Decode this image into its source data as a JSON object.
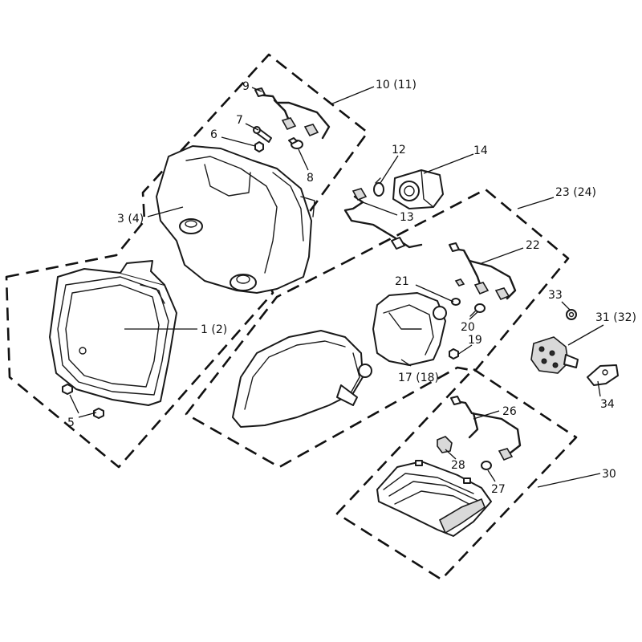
{
  "callouts": [
    {
      "id": "c1",
      "text": "1 (2)"
    },
    {
      "id": "c3",
      "text": "3 (4)"
    },
    {
      "id": "c5",
      "text": "5"
    },
    {
      "id": "c6",
      "text": "6"
    },
    {
      "id": "c7",
      "text": "7"
    },
    {
      "id": "c8",
      "text": "8"
    },
    {
      "id": "c9",
      "text": "9"
    },
    {
      "id": "c10",
      "text": "10 (11)"
    },
    {
      "id": "c12",
      "text": "12"
    },
    {
      "id": "c13",
      "text": "13"
    },
    {
      "id": "c14",
      "text": "14"
    },
    {
      "id": "c17",
      "text": "17 (18)"
    },
    {
      "id": "c19",
      "text": "19"
    },
    {
      "id": "c20",
      "text": "20"
    },
    {
      "id": "c21",
      "text": "21"
    },
    {
      "id": "c22",
      "text": "22"
    },
    {
      "id": "c23",
      "text": "23 (24)"
    },
    {
      "id": "c26",
      "text": "26"
    },
    {
      "id": "c27",
      "text": "27"
    },
    {
      "id": "c28",
      "text": "28"
    },
    {
      "id": "c30",
      "text": "30"
    },
    {
      "id": "c31",
      "text": "31 (32)"
    },
    {
      "id": "c33",
      "text": "33"
    },
    {
      "id": "c34",
      "text": "34"
    }
  ]
}
